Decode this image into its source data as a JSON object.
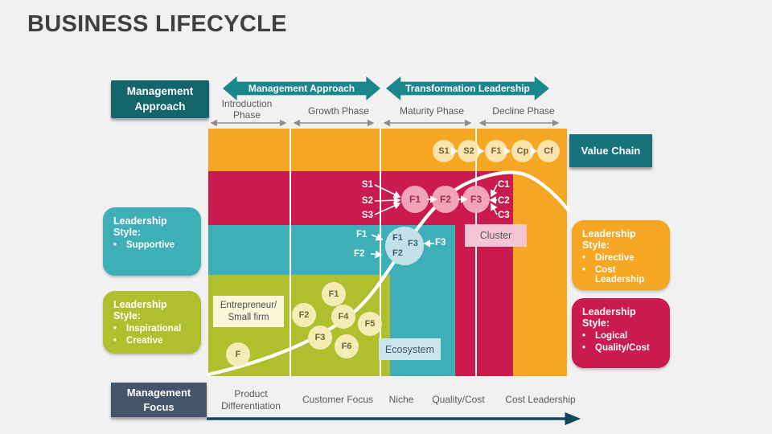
{
  "title": "BUSINESS LIFECYCLE",
  "banners": {
    "management_approach": "Management Approach",
    "transformation_leadership": "Transformation Leadership"
  },
  "side_labels": {
    "management_approach": "Management Approach",
    "value_chain": "Value Chain",
    "management_focus": "Management Focus"
  },
  "phases": [
    "Introduction Phase",
    "Growth Phase",
    "Maturity Phase",
    "Decline Phase"
  ],
  "leadership_styles": [
    {
      "title": "Leadership Style:",
      "items": [
        "Supportive"
      ],
      "color": "#3eafb6"
    },
    {
      "title": "Leadership Style:",
      "items": [
        "Inspirational",
        "Creative"
      ],
      "color": "#afbf2d"
    },
    {
      "title": "Leadership Style:",
      "items": [
        "Directive",
        "Cost Leadership"
      ],
      "color": "#f6a622"
    },
    {
      "title": "Leadership Style:",
      "items": [
        "Logical",
        "Quality/Cost"
      ],
      "color": "#cb1a4e"
    }
  ],
  "chart": {
    "decline_chain": [
      "S1",
      "S2",
      "F1",
      "Cp",
      "Cf"
    ],
    "maturity_inputs": [
      "S1",
      "S2",
      "S3"
    ],
    "maturity_firms": [
      "F1",
      "F2",
      "F3"
    ],
    "maturity_outputs": [
      "C1",
      "C2",
      "C3"
    ],
    "cluster_label": "Cluster",
    "growth_outside_labels": [
      "F1",
      "F2",
      "F3"
    ],
    "growth_circle_labels": [
      "F1",
      "F2",
      "F3"
    ],
    "intro_firms": [
      "F1",
      "F2",
      "F4",
      "F5",
      "F3",
      "F6",
      "F"
    ],
    "entrepreneur_label": "Entrepreneur/ Small firm",
    "ecosystem_label": "Ecosystem"
  },
  "management_focus_labels": [
    "Product Differentiation",
    "Customer Focus",
    "Niche",
    "Quality/Cost",
    "Cost Leadership"
  ],
  "colors": {
    "background": "#f1f1f2",
    "title_text": "#3f3f3f",
    "banner_teal": "#1a868e",
    "dark_teal_box": "#14646b",
    "value_chain_teal": "#17737b",
    "slate_blue": "#44546a",
    "orange_band": "#f6a622",
    "red_band": "#cb1a4e",
    "teal_band": "#3eafb6",
    "olive_band": "#afbf2d",
    "cream_circle": "#fbe3ac",
    "pink_circle": "#f2a3b9",
    "light_blue_circle": "#c4e1e9",
    "pale_olive_circle": "#f4ecb4",
    "cluster_pink": "#f6c5d5",
    "ecosystem_blue": "#cbe6ed",
    "gray_text": "#595959",
    "curve_white": "#ffffff",
    "bottom_arrow_navy": "#15465f"
  }
}
